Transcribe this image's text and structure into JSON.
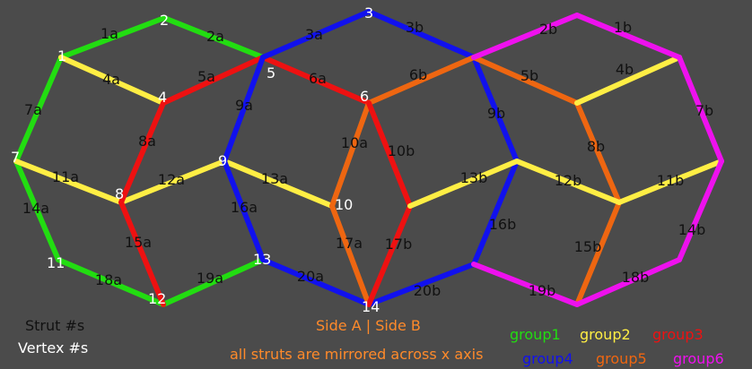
{
  "colors": {
    "group1": "#22dd11",
    "group2": "#ffee44",
    "group3": "#ee1111",
    "group4": "#1111ee",
    "group5": "#ee6611",
    "group6": "#ee11ee"
  },
  "struts": [
    {
      "label": "1a",
      "from": "v1",
      "to": "v2",
      "group": "group1"
    },
    {
      "label": "2a",
      "from": "v2",
      "to": "v5",
      "group": "group1"
    },
    {
      "label": "7a",
      "from": "v1",
      "to": "v7",
      "group": "group1"
    },
    {
      "label": "14a",
      "from": "v7",
      "to": "v11",
      "group": "group1"
    },
    {
      "label": "18a",
      "from": "v11",
      "to": "v12",
      "group": "group1"
    },
    {
      "label": "19a",
      "from": "v12",
      "to": "v13",
      "group": "group1"
    },
    {
      "label": "4a",
      "from": "v1",
      "to": "v4",
      "group": "group2"
    },
    {
      "label": "11a",
      "from": "v7",
      "to": "v8",
      "group": "group2"
    },
    {
      "label": "12a",
      "from": "v8",
      "to": "v9",
      "group": "group2"
    },
    {
      "label": "13a",
      "from": "v9",
      "to": "v10",
      "group": "group2"
    },
    {
      "label": "5a",
      "from": "v4",
      "to": "v5",
      "group": "group3"
    },
    {
      "label": "8a",
      "from": "v4",
      "to": "v8",
      "group": "group3"
    },
    {
      "label": "15a",
      "from": "v8",
      "to": "v12",
      "group": "group3"
    },
    {
      "label": "6a",
      "from": "v5",
      "to": "v6",
      "group": "group3"
    },
    {
      "label": "3a",
      "from": "v5",
      "to": "v3",
      "group": "group4"
    },
    {
      "label": "9a",
      "from": "v5",
      "to": "v9",
      "group": "group4"
    },
    {
      "label": "16a",
      "from": "v9",
      "to": "v13",
      "group": "group4"
    },
    {
      "label": "20a",
      "from": "v13",
      "to": "v14",
      "group": "group4"
    },
    {
      "label": "10a",
      "from": "v6",
      "to": "v10",
      "group": "group5"
    },
    {
      "label": "17a",
      "from": "v10",
      "to": "v14",
      "group": "group5"
    },
    {
      "label": "3b",
      "from": "v3",
      "to": "v5b",
      "group": "group4"
    },
    {
      "label": "9b",
      "from": "v5b",
      "to": "v9b",
      "group": "group4"
    },
    {
      "label": "16b",
      "from": "v9b",
      "to": "v13b",
      "group": "group4"
    },
    {
      "label": "20b",
      "from": "v14",
      "to": "v13b",
      "group": "group4"
    },
    {
      "label": "6b",
      "from": "v6",
      "to": "v5b",
      "group": "group5"
    },
    {
      "label": "5b",
      "from": "v5b",
      "to": "v4b",
      "group": "group5"
    },
    {
      "label": "8b",
      "from": "v4b",
      "to": "v8b",
      "group": "group5"
    },
    {
      "label": "15b",
      "from": "v8b",
      "to": "v12b",
      "group": "group5"
    },
    {
      "label": "10b",
      "from": "v6",
      "to": "v10b",
      "group": "group3"
    },
    {
      "label": "17b",
      "from": "v10b",
      "to": "v14",
      "group": "group3"
    },
    {
      "label": "4b",
      "from": "v4b",
      "to": "v1b",
      "group": "group2"
    },
    {
      "label": "11b",
      "from": "v8b",
      "to": "v7b",
      "group": "group2"
    },
    {
      "label": "12b",
      "from": "v9b",
      "to": "v8b",
      "group": "group2"
    },
    {
      "label": "13b",
      "from": "v10b",
      "to": "v9b",
      "group": "group2"
    },
    {
      "label": "2b",
      "from": "v5b",
      "to": "v2b",
      "group": "group6"
    },
    {
      "label": "1b",
      "from": "v2b",
      "to": "v1b",
      "group": "group6"
    },
    {
      "label": "7b",
      "from": "v1b",
      "to": "v7b",
      "group": "group6"
    },
    {
      "label": "14b",
      "from": "v7b",
      "to": "v11b",
      "group": "group6"
    },
    {
      "label": "18b",
      "from": "v11b",
      "to": "v12b",
      "group": "group6"
    },
    {
      "label": "19b",
      "from": "v12b",
      "to": "v13b",
      "group": "group6"
    }
  ],
  "vertex_labels": [
    "1",
    "2",
    "3",
    "4",
    "5",
    "6",
    "7",
    "8",
    "9",
    "10",
    "11",
    "12",
    "13",
    "14"
  ],
  "key": {
    "strut": "Strut #s",
    "vertex": "Vertex #s"
  },
  "note": {
    "sides": "Side A | Side B",
    "mirror": "all struts are mirrored across x axis"
  },
  "legend": [
    {
      "label": "group1",
      "group": "group1"
    },
    {
      "label": "group2",
      "group": "group2"
    },
    {
      "label": "group3",
      "group": "group3"
    },
    {
      "label": "group4",
      "group": "group4"
    },
    {
      "label": "group5",
      "group": "group5"
    },
    {
      "label": "group6",
      "group": "group6"
    }
  ]
}
